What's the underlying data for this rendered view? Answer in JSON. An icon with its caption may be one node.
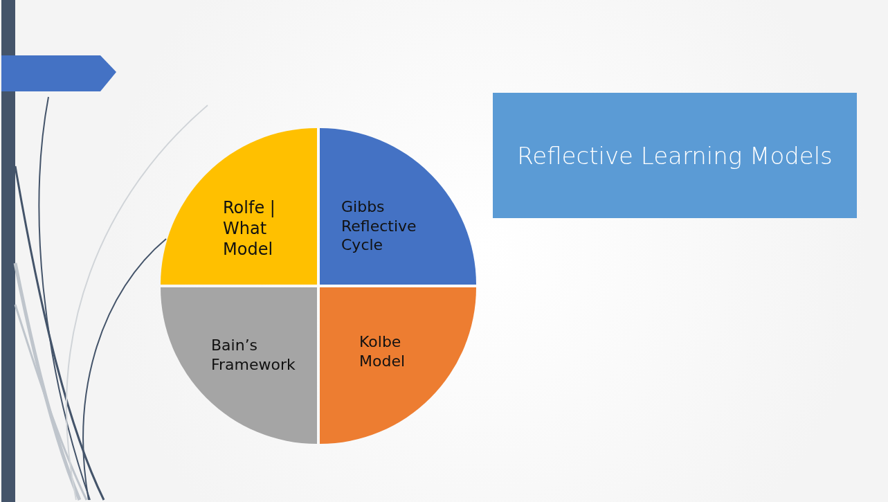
{
  "diagram": {
    "title": "Reflective Learning Models",
    "nodes": [
      {
        "text": [
          "Rolfe | What Model"
        ]
      },
      {
        "text": [
          "Gibbs Reflective Cycle"
        ]
      },
      {
        "text": [
          "Bain’s Framework"
        ]
      },
      {
        "text": [
          "Kolbe Model"
        ]
      }
    ]
  }
}
